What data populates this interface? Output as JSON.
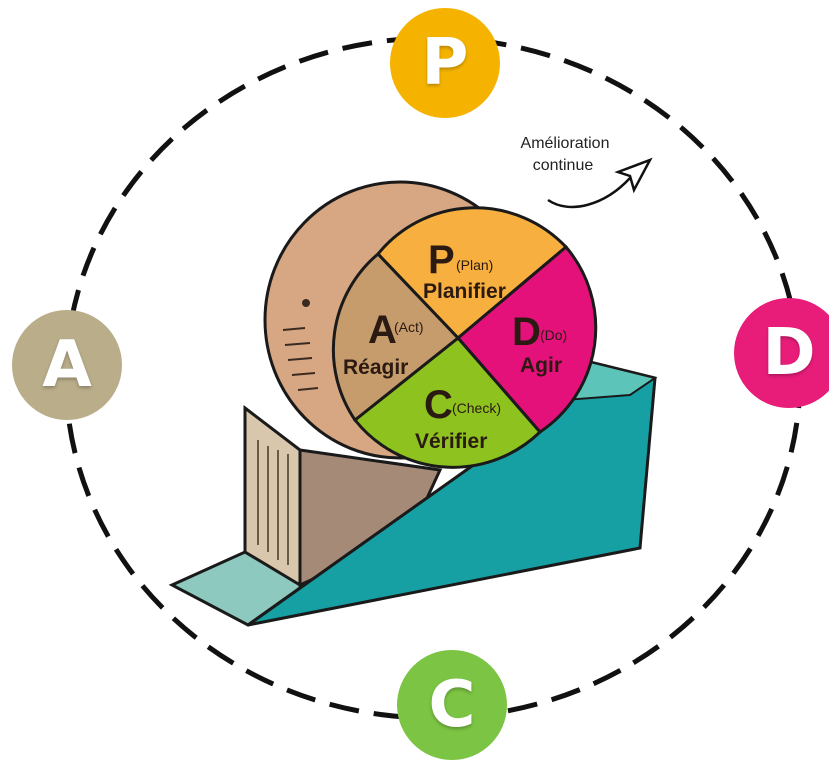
{
  "cycle": {
    "nodes": [
      {
        "letter": "P",
        "color": "#f5b300"
      },
      {
        "letter": "D",
        "color": "#e81d7a"
      },
      {
        "letter": "C",
        "color": "#7cc443"
      },
      {
        "letter": "A",
        "color": "#b9ad8a"
      }
    ]
  },
  "wheel": {
    "quadrants": [
      {
        "letter": "P",
        "sub": "(Plan)",
        "label": "Planifier",
        "color": "#f7b03f"
      },
      {
        "letter": "D",
        "sub": "(Do)",
        "label": "Agir",
        "color": "#e4117b"
      },
      {
        "letter": "C",
        "sub": "(Check)",
        "label": "Vérifier",
        "color": "#8dc21f"
      },
      {
        "letter": "A",
        "sub": "(Act)",
        "label": "Réagir",
        "color": "#c69c6d"
      }
    ]
  },
  "annotation": {
    "line1": "Amélioration",
    "line2": "continue"
  },
  "colors": {
    "dashed_ring": "#111111",
    "ramp": "#17a0a3",
    "ramp_light": "#8ec9bf",
    "wedge": "#a68a78",
    "wheel_rim": "#d7a784"
  }
}
